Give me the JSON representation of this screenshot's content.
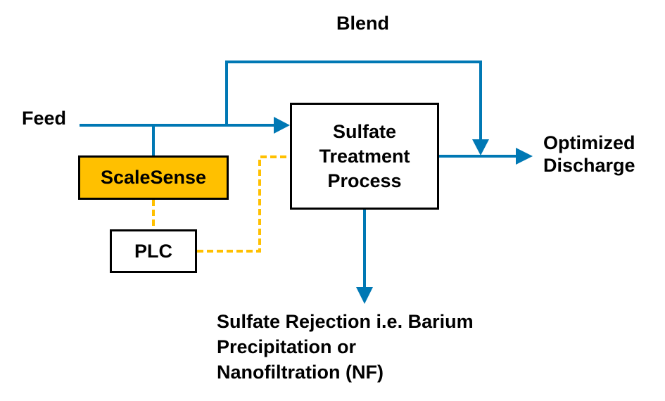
{
  "diagram": {
    "colors": {
      "flow_line": "#0078B4",
      "signal_line": "#FFC000",
      "scalesense_fill": "#FFC000",
      "box_border": "#000000"
    },
    "labels": {
      "feed": "Feed",
      "blend": "Blend",
      "discharge": "Optimized\nDischarge",
      "rejection": "Sulfate Rejection i.e. Barium\nPrecipitation or\nNanofiltration (NF)"
    },
    "nodes": {
      "process": "Sulfate\nTreatment\nProcess",
      "scalesense": "ScaleSense",
      "plc": "PLC"
    },
    "edges": [
      {
        "from": "Feed",
        "to": "Sulfate Treatment Process",
        "type": "flow"
      },
      {
        "from": "Feed",
        "to": "Optimized Discharge",
        "type": "flow",
        "via": "Blend"
      },
      {
        "from": "Sulfate Treatment Process",
        "to": "Optimized Discharge",
        "type": "flow"
      },
      {
        "from": "Sulfate Treatment Process",
        "to": "Sulfate Rejection",
        "type": "flow"
      },
      {
        "from": "Feed",
        "to": "ScaleSense",
        "type": "flow"
      },
      {
        "from": "ScaleSense",
        "to": "PLC",
        "type": "signal"
      },
      {
        "from": "PLC",
        "to": "Sulfate Treatment Process",
        "type": "signal"
      }
    ]
  }
}
